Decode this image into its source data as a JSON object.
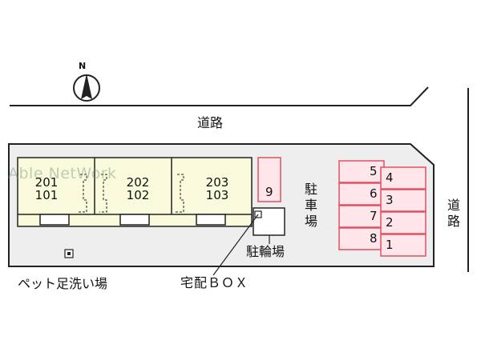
{
  "compass": {
    "label": "N"
  },
  "road_top": "道路",
  "road_right": [
    "道",
    "路"
  ],
  "watermark": "Able NetWork",
  "units": [
    {
      "upper": "201",
      "lower": "101"
    },
    {
      "upper": "202",
      "lower": "102"
    },
    {
      "upper": "203",
      "lower": "103"
    }
  ],
  "parking_label": [
    "駐",
    "車",
    "場"
  ],
  "parking": {
    "left": [
      "5",
      "6",
      "7",
      "8"
    ],
    "right": [
      "4",
      "3",
      "2",
      "1"
    ],
    "single": "9"
  },
  "bicycle_parking": "駐輪場",
  "delivery_box": "宅配ＢＯＸ",
  "pet_wash": "ペット足洗い場",
  "colors": {
    "lot": "#eeeeee",
    "building": "#fafadc",
    "parking_stroke": "#e05060",
    "parking_fill": "#ffe6ea"
  }
}
